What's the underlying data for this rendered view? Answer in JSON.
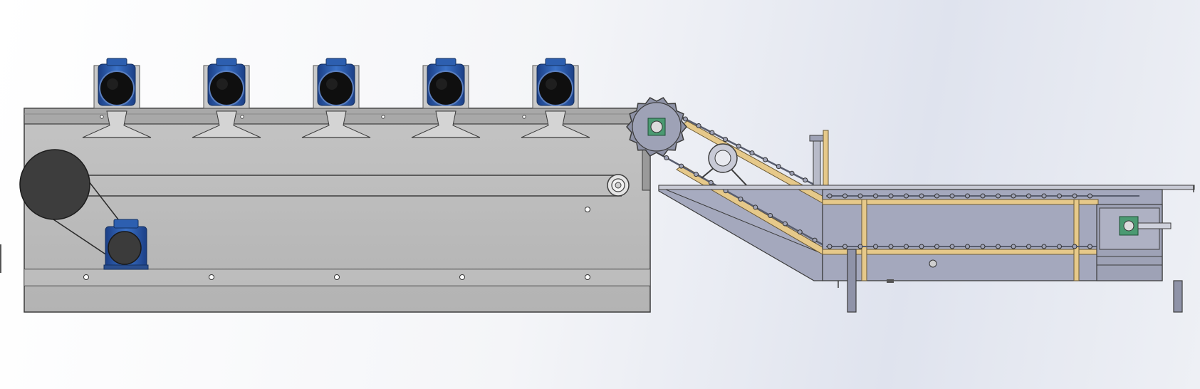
{
  "viewport": {
    "background_top": "#ffffff",
    "background_right": "#dfe3ee"
  },
  "colors": {
    "frame_fill": "#b9b9b9",
    "frame_top_band": "#a9a9a9",
    "frame_stroke": "#3c3c3c",
    "motor_blue": "#2d5fb0",
    "motor_dark": "#111111",
    "pulley_fill": "#3d3d3d",
    "conveyor_fill": "#a4a8bd",
    "conveyor_dark": "#8f93a8",
    "wood_rail": "#e6c98a",
    "chain": "#585d6e",
    "green_bearing": "#4b9a72"
  },
  "components": {
    "vibrating_motors_count": 5,
    "drive_motor": "drive-motor",
    "incline_conveyor": "incline-chain-conveyor",
    "horizontal_conveyor": "horizontal-chain-conveyor"
  }
}
